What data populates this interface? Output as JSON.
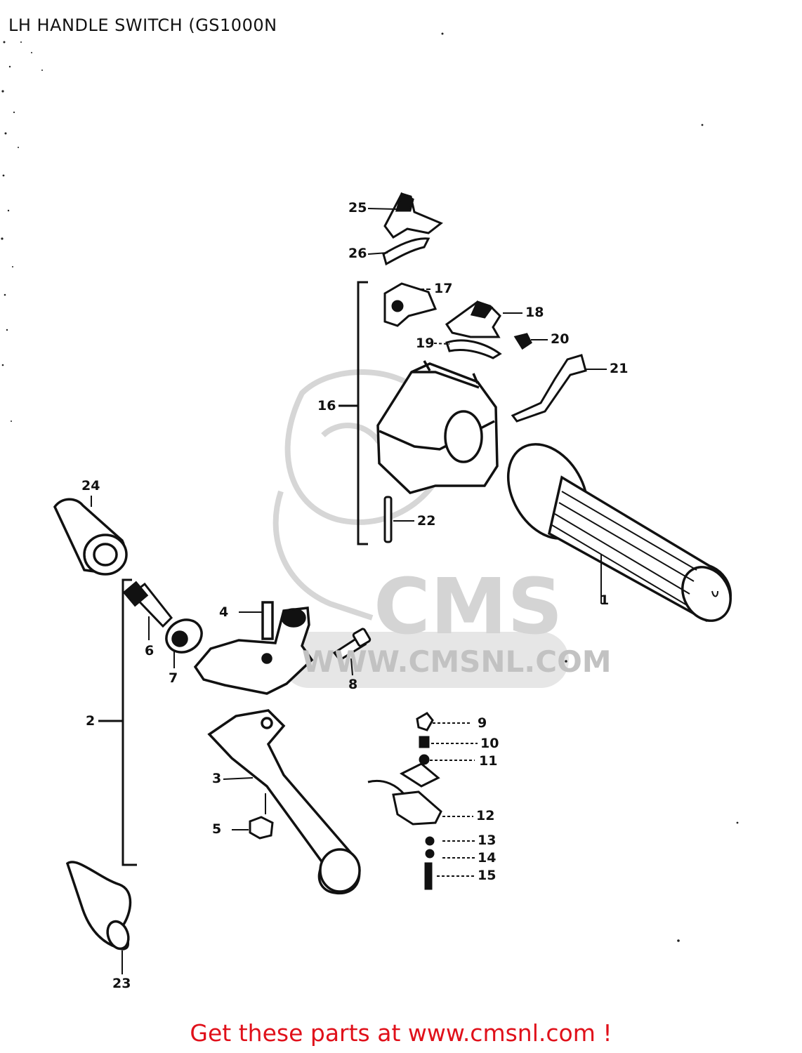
{
  "title": "LH HANDLE SWITCH (GS1000N",
  "watermark": {
    "logo_text": "CMS",
    "site_text": "WWW.CMSNL.COM"
  },
  "callouts": [
    "1",
    "2",
    "3",
    "4",
    "5",
    "6",
    "7",
    "8",
    "9",
    "10",
    "11",
    "12",
    "13",
    "14",
    "15",
    "16",
    "17",
    "18",
    "19",
    "20",
    "21",
    "22",
    "23",
    "24",
    "25",
    "26"
  ],
  "footer": {
    "cta_text": "Get these parts at www.cmsnl.com !",
    "cta_color": "#e0101a"
  },
  "colors": {
    "ink": "#111111",
    "watermark": "#d4d4d4",
    "background": "#ffffff"
  }
}
